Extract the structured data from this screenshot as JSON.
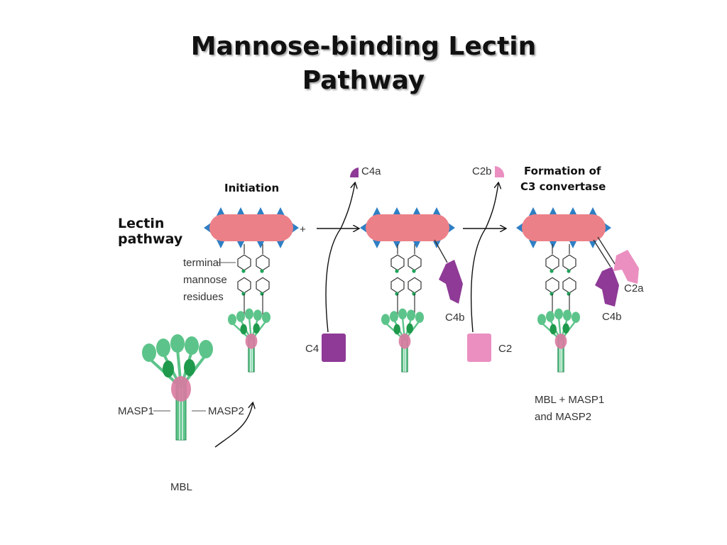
{
  "title": {
    "line1": "Mannose-binding Lectin",
    "line2": "Pathway"
  },
  "diagram": {
    "pathway_label_line1": "Lectin",
    "pathway_label_line2": "pathway",
    "initiation": "Initiation",
    "formation_line1": "Formation of",
    "formation_line2": "C3 convertase",
    "plus": "+",
    "terminal_line1": "terminal",
    "terminal_line2": "mannose",
    "terminal_line3": "residues",
    "masp1": "MASP1",
    "masp2": "MASP2",
    "mbl": "MBL",
    "c4": "C4",
    "c4a": "C4a",
    "c4b_mid": "C4b",
    "c2": "C2",
    "c2b": "C2b",
    "c2a": "C2a",
    "c4b_right": "C4b",
    "complex_line1": "MBL + MASP1",
    "complex_line2": "and MASP2"
  },
  "colors": {
    "bacterium": "#ec8088",
    "triangle": "#2e7fc4",
    "mbl_green": "#5cc48a",
    "mbl_dark": "#1f9a4c",
    "masp": "#d97aa0",
    "c4_purple": "#8e3a96",
    "c2_pink": "#ea8fc0",
    "mannose_green": "#1fa35a"
  }
}
